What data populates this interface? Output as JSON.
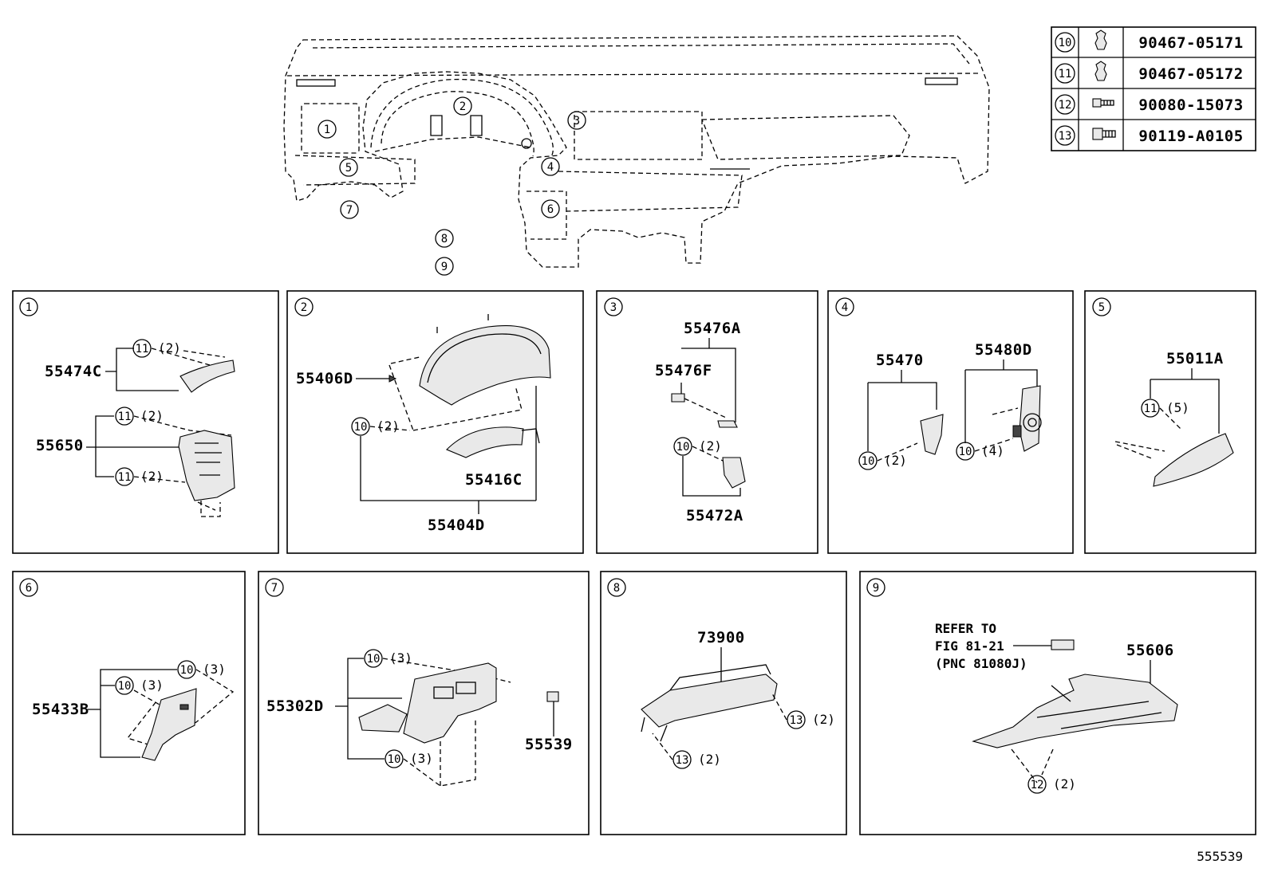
{
  "drawing_number": "555539",
  "legend": [
    {
      "callout": "10",
      "part_number": "90467-05171",
      "icon": "push-clip-icon"
    },
    {
      "callout": "11",
      "part_number": "90467-05172",
      "icon": "push-clip-icon"
    },
    {
      "callout": "12",
      "part_number": "90080-15073",
      "icon": "screw-icon"
    },
    {
      "callout": "13",
      "part_number": "90119-A0105",
      "icon": "bolt-icon"
    }
  ],
  "overview_callouts": [
    "1",
    "2",
    "3",
    "4",
    "5",
    "6",
    "7",
    "8",
    "9"
  ],
  "panels": [
    {
      "id": "1",
      "parts": [
        "55474C",
        "55650"
      ],
      "fasteners": [
        "11",
        "(2)",
        "11",
        "(2)",
        "11",
        "(2)"
      ]
    },
    {
      "id": "2",
      "parts": [
        "55406D",
        "55416C",
        "55404D"
      ],
      "fasteners": [
        "10",
        "(2)"
      ]
    },
    {
      "id": "3",
      "parts": [
        "55476A",
        "55476F",
        "55472A"
      ],
      "fasteners": [
        "10",
        "(2)"
      ]
    },
    {
      "id": "4",
      "parts": [
        "55470",
        "55480D"
      ],
      "fasteners": [
        "10",
        "(2)",
        "10",
        "(4)"
      ]
    },
    {
      "id": "5",
      "parts": [
        "55011A"
      ],
      "fasteners": [
        "11",
        "(5)"
      ]
    },
    {
      "id": "6",
      "parts": [
        "55433B"
      ],
      "fasteners": [
        "10",
        "(3)",
        "10",
        "(3)"
      ]
    },
    {
      "id": "7",
      "parts": [
        "55302D",
        "55539"
      ],
      "fasteners": [
        "10",
        "(3)",
        "10",
        "(3)"
      ]
    },
    {
      "id": "8",
      "parts": [
        "73900"
      ],
      "fasteners": [
        "13",
        "(2)",
        "13",
        "(2)"
      ]
    },
    {
      "id": "9",
      "parts": [
        "55606"
      ],
      "fasteners": [
        "12",
        "(2)"
      ],
      "reference": [
        "REFER TO",
        "FIG 81-21",
        "(PNC 81080J)"
      ]
    }
  ]
}
